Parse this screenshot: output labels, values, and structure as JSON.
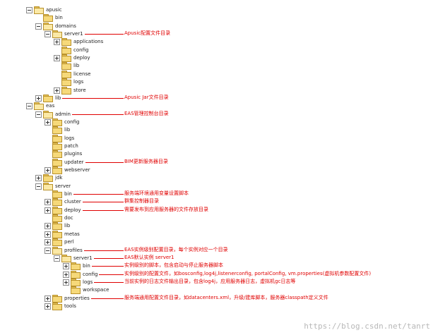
{
  "tree": [
    {
      "name": "apusic",
      "depth": 0,
      "toggle": "-",
      "open": true
    },
    {
      "name": "bin",
      "depth": 1,
      "toggle": "",
      "open": false
    },
    {
      "name": "domains",
      "depth": 1,
      "toggle": "-",
      "open": true
    },
    {
      "name": "server1",
      "depth": 2,
      "toggle": "-",
      "open": true
    },
    {
      "name": "applications",
      "depth": 3,
      "toggle": "+",
      "open": false
    },
    {
      "name": "config",
      "depth": 3,
      "toggle": "",
      "open": false
    },
    {
      "name": "deploy",
      "depth": 3,
      "toggle": "+",
      "open": false
    },
    {
      "name": "lib",
      "depth": 3,
      "toggle": "",
      "open": false
    },
    {
      "name": "license",
      "depth": 3,
      "toggle": "",
      "open": false
    },
    {
      "name": "logs",
      "depth": 3,
      "toggle": "",
      "open": false
    },
    {
      "name": "store",
      "depth": 3,
      "toggle": "+",
      "open": false
    },
    {
      "name": "lib",
      "depth": 1,
      "toggle": "+",
      "open": false
    },
    {
      "name": "eas",
      "depth": 0,
      "toggle": "-",
      "open": true
    },
    {
      "name": "admin",
      "depth": 1,
      "toggle": "-",
      "open": true
    },
    {
      "name": "config",
      "depth": 2,
      "toggle": "+",
      "open": false
    },
    {
      "name": "lib",
      "depth": 2,
      "toggle": "",
      "open": false
    },
    {
      "name": "logs",
      "depth": 2,
      "toggle": "",
      "open": false
    },
    {
      "name": "patch",
      "depth": 2,
      "toggle": "",
      "open": false
    },
    {
      "name": "plugins",
      "depth": 2,
      "toggle": "",
      "open": false
    },
    {
      "name": "updater",
      "depth": 2,
      "toggle": "",
      "open": false
    },
    {
      "name": "webserver",
      "depth": 2,
      "toggle": "+",
      "open": false
    },
    {
      "name": "jdk",
      "depth": 1,
      "toggle": "+",
      "open": false
    },
    {
      "name": "server",
      "depth": 1,
      "toggle": "-",
      "open": true
    },
    {
      "name": "bin",
      "depth": 2,
      "toggle": "",
      "open": false
    },
    {
      "name": "cluster",
      "depth": 2,
      "toggle": "+",
      "open": false
    },
    {
      "name": "deploy",
      "depth": 2,
      "toggle": "+",
      "open": false
    },
    {
      "name": "doc",
      "depth": 2,
      "toggle": "",
      "open": false
    },
    {
      "name": "lib",
      "depth": 2,
      "toggle": "+",
      "open": false
    },
    {
      "name": "metas",
      "depth": 2,
      "toggle": "+",
      "open": false
    },
    {
      "name": "perl",
      "depth": 2,
      "toggle": "+",
      "open": false
    },
    {
      "name": "profiles",
      "depth": 2,
      "toggle": "-",
      "open": true
    },
    {
      "name": "server1",
      "depth": 3,
      "toggle": "-",
      "open": true
    },
    {
      "name": "bin",
      "depth": 4,
      "toggle": "+",
      "open": false
    },
    {
      "name": "config",
      "depth": 4,
      "toggle": "+",
      "open": false
    },
    {
      "name": "logs",
      "depth": 4,
      "toggle": "+",
      "open": false
    },
    {
      "name": "workspace",
      "depth": 4,
      "toggle": "",
      "open": false
    },
    {
      "name": "properties",
      "depth": 2,
      "toggle": "+",
      "open": false
    },
    {
      "name": "tools",
      "depth": 2,
      "toggle": "+",
      "open": false
    }
  ],
  "annotations": [
    {
      "row": 3,
      "text": "Apusic配置文件目录"
    },
    {
      "row": 11,
      "text": "Apusic Jar文件目录"
    },
    {
      "row": 13,
      "text": "EAS管理控制台目录"
    },
    {
      "row": 19,
      "text": "BIM更新服务器目录"
    },
    {
      "row": 23,
      "text": "服务端环境通用变量设置脚本"
    },
    {
      "row": 24,
      "text": "群集控制器目录"
    },
    {
      "row": 25,
      "text": "需要发布到应用服务器的文件存放目录"
    },
    {
      "row": 30,
      "text": "EAS实例级别配置目录，每个实例对应一个目录"
    },
    {
      "row": 31,
      "text": "EAS默认实例 server1"
    },
    {
      "row": 32,
      "text": "实例级别的脚本，包含启动与停止服务器脚本"
    },
    {
      "row": 33,
      "text": "实例级别的配置文件，如bosconfig,log4j,listenerconfig, portalConfig, vm.properties(虚拟机参数配置文件)"
    },
    {
      "row": 34,
      "text": "当前实例的日志文件输出目录，包含log4j，应用服务器日志，虚拟机gc日志等"
    },
    {
      "row": 36,
      "text": "服务端通用配置文件目录，如datacenters.xml，升级/建库脚本，服务器classpath定义文件"
    }
  ],
  "watermark": "https://blog.csdn.net/tanrt"
}
